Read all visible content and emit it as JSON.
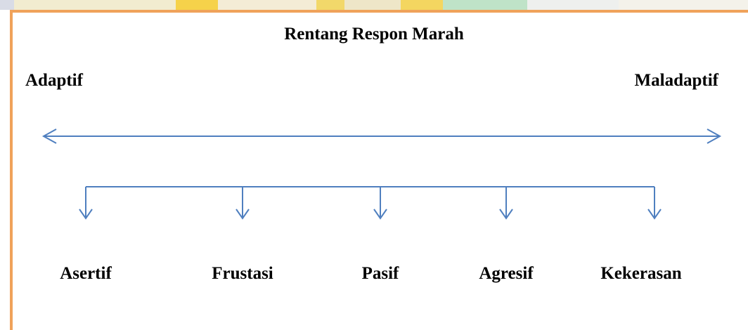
{
  "diagram": {
    "title": "Rentang Respon Marah",
    "left_label": "Adaptif",
    "right_label": "Maladaptif",
    "categories": [
      "Asertif",
      "Frustasi",
      "Pasif",
      "Agresif",
      "Kekerasan"
    ]
  },
  "colors": {
    "frame": "#f0a25a",
    "connector": "#4f7fbf",
    "text": "#000000"
  }
}
